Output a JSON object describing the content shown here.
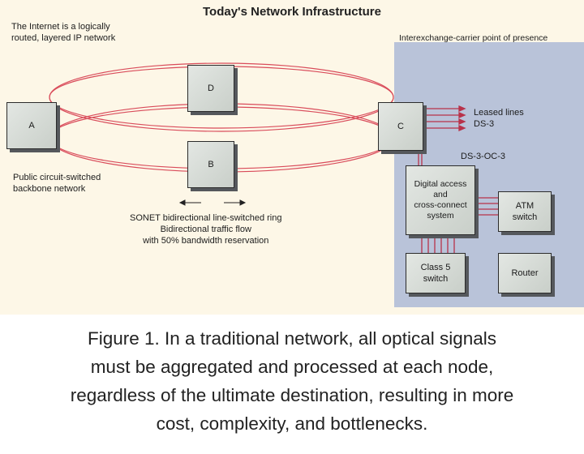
{
  "diagram": {
    "title": "Today's Network Infrastructure",
    "internet_note": "The Internet is a logically\nrouted, layered IP network",
    "pop_label": "Interexchange-carrier point of presence",
    "pstn_note": "Public circuit-switched\nbackbone network",
    "sonet_note": "SONET bidirectional line-switched ring\nBidirectional traffic flow\nwith 50% bandwidth reservation",
    "leased_lines_label": "Leased lines\nDS-3",
    "ds3_label": "DS-3-OC-3",
    "nodes": {
      "a": "A",
      "b": "B",
      "c": "C",
      "d": "D",
      "dacs": "Digital access\nand\ncross-connect\nsystem",
      "atm": "ATM\nswitch",
      "class5": "Class 5\nswitch",
      "router": "Router"
    },
    "colors": {
      "ring": "#d94b5a",
      "connector": "#b8324a",
      "panel": "#b9c3d9",
      "background": "#fdf7e7"
    }
  },
  "caption": {
    "lines": [
      "Figure 1. In a traditional network, all optical signals",
      "must be aggregated and processed at each node,",
      "regardless of the ultimate destination, resulting in more",
      "cost, complexity, and bottlenecks."
    ]
  }
}
